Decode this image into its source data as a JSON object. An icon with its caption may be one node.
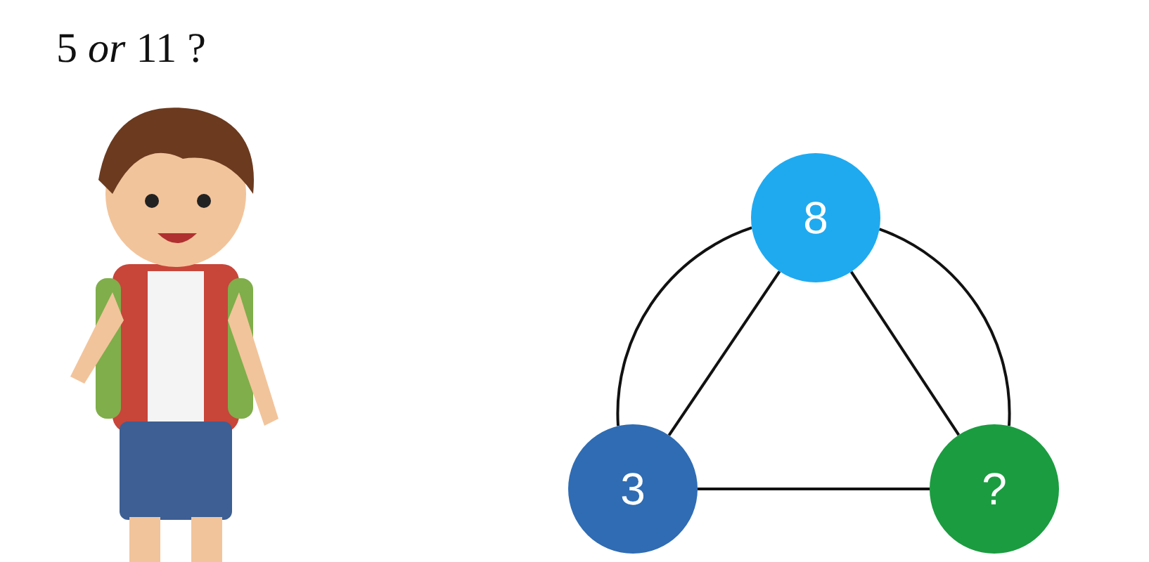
{
  "diagram": {
    "nodes": [
      {
        "text": [
          "8"
        ]
      },
      {
        "text": [
          "3"
        ]
      },
      {
        "text": [
          "?"
        ]
      }
    ],
    "edges": [
      {
        "from": 0,
        "to": 1,
        "arrow": "none"
      },
      {
        "from": 0,
        "to": 2,
        "arrow": "none"
      },
      {
        "from": 1,
        "to": 2,
        "arrow": "none"
      },
      {
        "from": 0,
        "to": 1,
        "arrow": "none"
      },
      {
        "from": 0,
        "to": 2,
        "arrow": "none"
      }
    ],
    "labels": [
      "5 *or* 11 ?"
    ]
  }
}
